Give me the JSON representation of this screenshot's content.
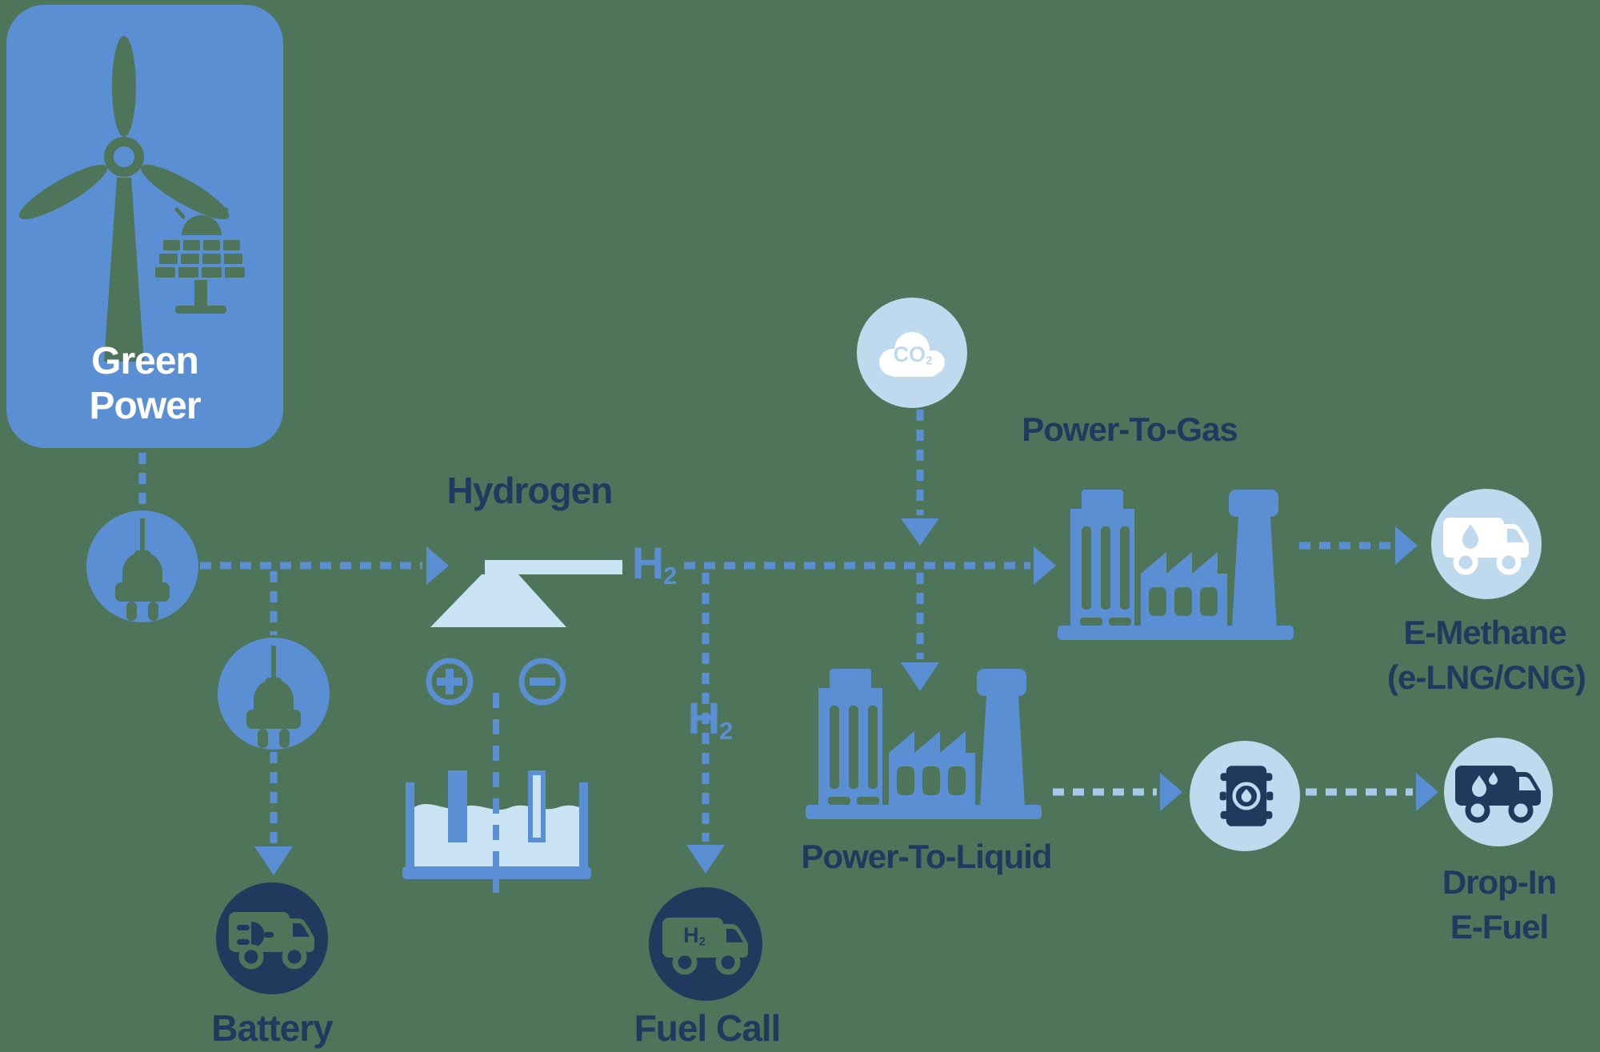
{
  "palette": {
    "background_green": "#4e7459",
    "primary_blue": "#5b8fd4",
    "pale_blue": "#c9e2f4",
    "circle_light_blue": "#bfdaef",
    "light_dash_blue": "#a6cbea",
    "navy": "#21395c",
    "text_navy": "#1f3a5f",
    "white": "#ffffff"
  },
  "green_power": {
    "line1": "Green",
    "line2": "Power"
  },
  "hydrogen": {
    "title": "Hydrogen"
  },
  "h2_main": {
    "base": "H",
    "sub": "2"
  },
  "h2_branch": {
    "base": "H",
    "sub": "2"
  },
  "co2": {
    "base": "CO",
    "sub": "2"
  },
  "power_to_gas": {
    "title": "Power-To-Gas"
  },
  "power_to_liquid": {
    "title": "Power-To-Liquid"
  },
  "e_methane": {
    "line1": "E-Methane",
    "line2": "(e-LNG/CNG)"
  },
  "drop_in": {
    "line1": "Drop-In",
    "line2": "E-Fuel"
  },
  "battery": {
    "title": "Battery"
  },
  "fuel_call": {
    "title": "Fuel Call",
    "van_label": {
      "base": "H",
      "sub": "2"
    }
  },
  "icons": {
    "green_power": "wind-turbine-and-solar-panel-icon",
    "plug": "power-plug-icon",
    "electrolyzer": "electrolyzer-icon",
    "electrolysis_bath": "plus-minus-electrolysis-bath-icon",
    "co2": "co2-cloud-icon",
    "factory": "factory-icon",
    "e_methane_van": "gas-van-icon",
    "oil_barrel": "oil-barrel-icon",
    "drop_in_van": "fuel-van-icon",
    "battery_van": "electric-van-icon",
    "fuel_call_van": "hydrogen-van-icon"
  }
}
